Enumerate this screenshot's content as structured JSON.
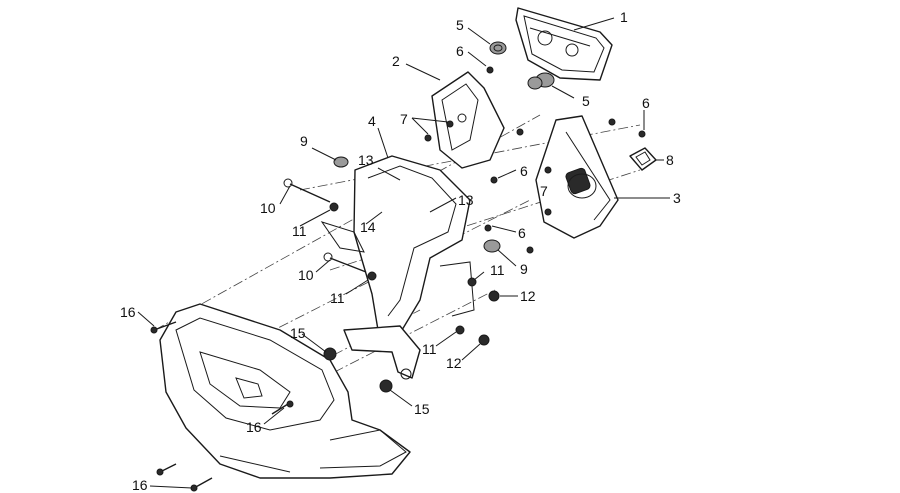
{
  "callouts": {
    "c1": "1",
    "c2": "2",
    "c3": "3",
    "c4": "4",
    "c5a": "5",
    "c5b": "5",
    "c6a": "6",
    "c6b": "6",
    "c6c": "6",
    "c6d": "6",
    "c7a": "7",
    "c7b": "7",
    "c8": "8",
    "c9a": "9",
    "c9b": "9",
    "c10a": "10",
    "c10b": "10",
    "c11a": "11",
    "c11b": "11",
    "c11c": "11",
    "c11d": "11",
    "c12a": "12",
    "c12b": "12",
    "c13a": "13",
    "c13b": "13",
    "c14": "14",
    "c15a": "15",
    "c15b": "15",
    "c16a": "16",
    "c16b": "16",
    "c16c": "16"
  },
  "colors": {
    "line": "#1a1a1a",
    "background": "#ffffff"
  }
}
